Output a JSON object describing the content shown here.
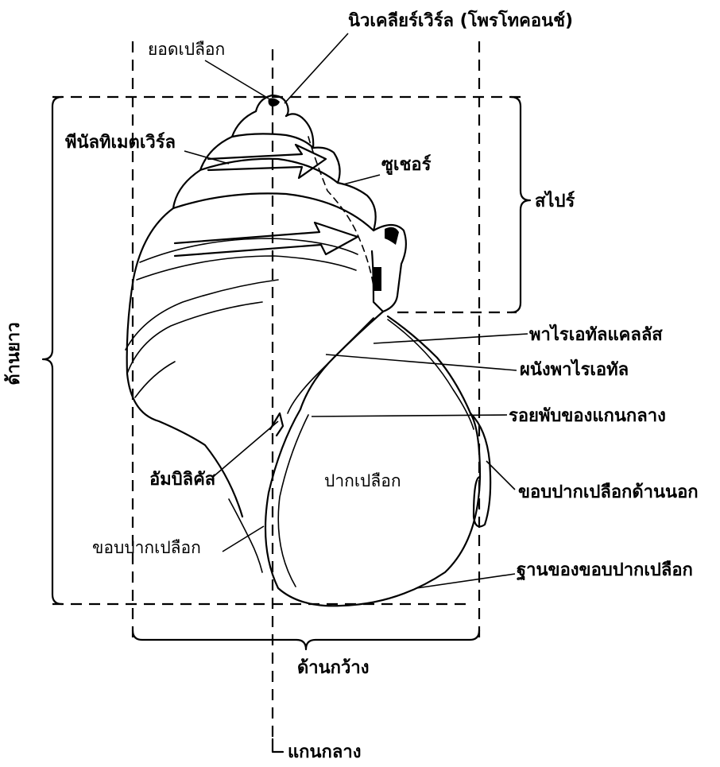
{
  "labels": {
    "nuclear_whorl": "นิวเคลียร์เวิร์ล (โพรโทคอนช์)",
    "apex": "ยอดเปลือก",
    "penultimate_whorl": "พีนัลทิเมตเวิร์ล",
    "suture": "ซูเชอร์",
    "spire": "สไปร์",
    "length": "ด้านยาว",
    "parietal_callus": "พาไรเอทัลแคลลัส",
    "parietal_wall": "ผนังพาไรเอทัล",
    "columellar_fold": "รอยพับของแกนกลาง",
    "umbilicus": "อัมบิลิคัส",
    "aperture": "ปากเปลือก",
    "outer_lip": "ขอบปากเปลือกด้านนอก",
    "lip": "ขอบปากเปลือก",
    "base_of_lip": "ฐานของขอบปากเปลือก",
    "width": "ด้านกว้าง",
    "central_axis": "แกนกลาง"
  }
}
